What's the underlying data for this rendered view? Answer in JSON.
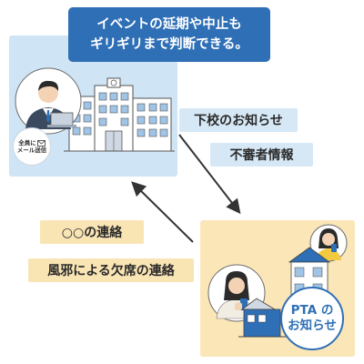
{
  "headline": {
    "line1": "イベントの延期や中止も",
    "line2": "ギリギリまで判断できる。"
  },
  "school_to_home": [
    {
      "label": "下校のお知らせ"
    },
    {
      "label": "不審者情報"
    }
  ],
  "home_to_school": [
    {
      "label": "○○の連絡"
    },
    {
      "label": "風邪による欠席の連絡"
    }
  ],
  "school_badge": {
    "line1": "全員に",
    "line2": "メール送信",
    "icon": "envelope-icon"
  },
  "home_badge": {
    "line1": "PTA の",
    "line2": "お知らせ"
  },
  "colors": {
    "school_panel": "#cfe4f4",
    "home_panel": "#fbe6b8",
    "accent_blue": "#2f6fb6",
    "arrow": "#333333"
  }
}
